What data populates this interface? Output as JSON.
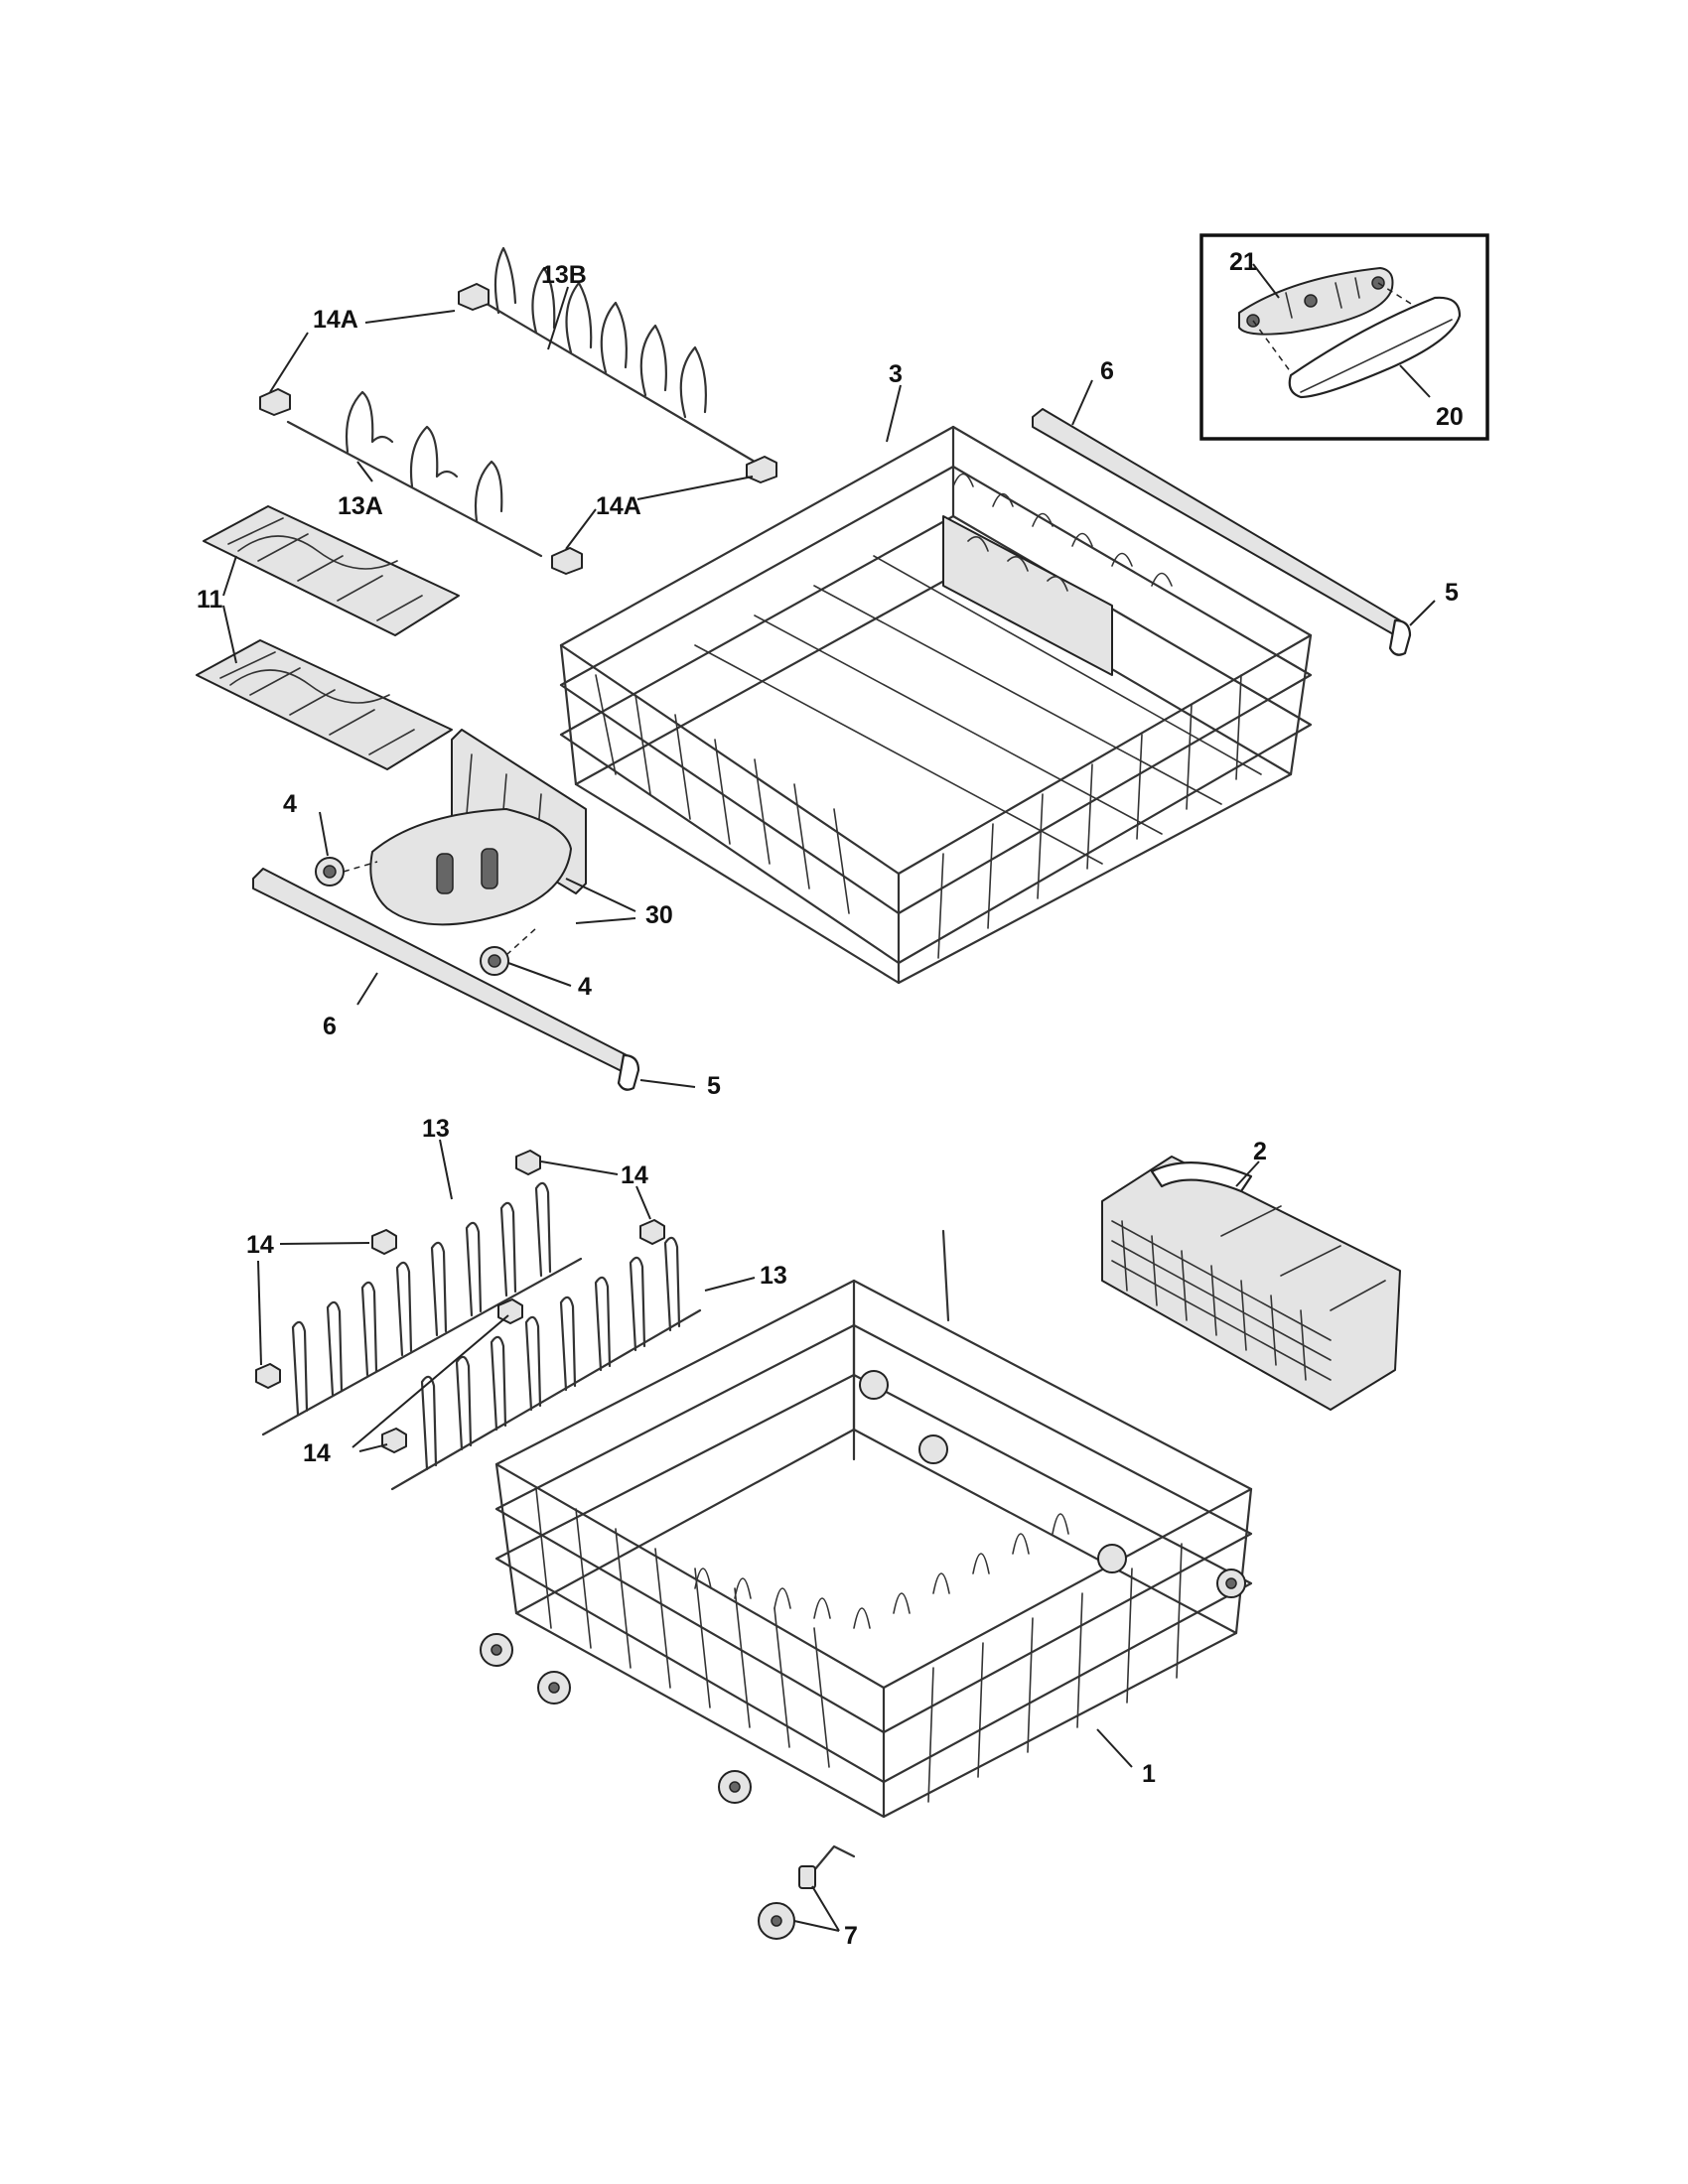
{
  "callouts": {
    "inset_21": "21",
    "inset_20": "20",
    "p13b": "13B",
    "p14a_top": "14A",
    "p14a_mid": "14A",
    "p13a": "13A",
    "p11": "11",
    "p3": "3",
    "p6_top": "6",
    "p5_top": "5",
    "p4_left": "4",
    "p30": "30",
    "p4_right": "4",
    "p6_bottom": "6",
    "p5_bottom": "5",
    "p13_top": "13",
    "p14_upper_right": "14",
    "p14_left": "14",
    "p13_right": "13",
    "p2": "2",
    "p14_bottom": "14",
    "p1": "1",
    "p7": "7"
  }
}
